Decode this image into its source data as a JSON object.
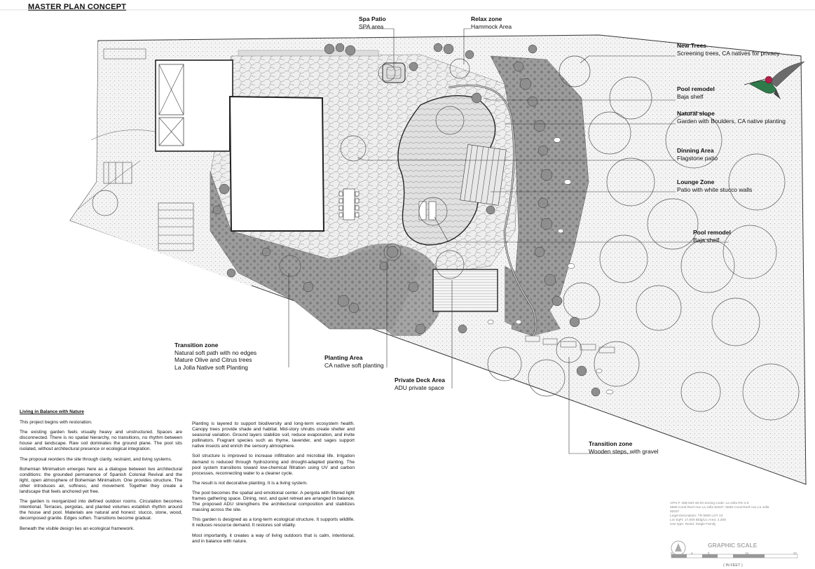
{
  "title": "MASTER PLAN CONCEPT",
  "callouts": {
    "spa": {
      "title": "Spa Patio",
      "sub": "SPA area"
    },
    "relax": {
      "title": "Relax zone",
      "sub": "Hammock Area"
    },
    "new_trees": {
      "title": "New Trees",
      "sub": "Screening trees, CA natives for privacy"
    },
    "pool1": {
      "title": "Pool remodel",
      "sub": "Baja shelf"
    },
    "slope": {
      "title": "Natural slope",
      "sub": "Garden with Boulders, CA native planting"
    },
    "dining": {
      "title": "Dinning Area",
      "sub": "Flagstone patio"
    },
    "lounge": {
      "title": "Lounge Zone",
      "sub": "Patio with white stucco walls"
    },
    "pool2": {
      "title": "Pool remodel",
      "sub": "Baja shelf"
    },
    "transition1": {
      "title": "Transition zone",
      "lines": [
        "Natural soft path with no edges",
        "Mature Olive and Citrus trees",
        "La Jolla Native soft Planting"
      ]
    },
    "planting": {
      "title": "Planting Area",
      "sub": "CA native soft planting"
    },
    "deck": {
      "title": "Private Deck Area",
      "sub": "ADU private space"
    },
    "transition2": {
      "title": "Transition zone",
      "sub": "Wooden steps, with gravel"
    }
  },
  "essay": {
    "heading": "Living in Balance with Nature",
    "col1": [
      "This project begins with restoration.",
      "The existing garden feels visually heavy and unstructured. Spaces are disconnected. There is no spatial hierarchy, no transitions, no rhythm between house and landscape. Raw soil dominates the ground plane. The pool sits isolated, without architectural presence or ecological integration.",
      "The proposal reorders the site through clarity, restraint, and living systems.",
      "Bohemian Minimalism emerges here as a dialogue between two architectural conditions: the grounded permanence of Spanish Colonial Revival and the light, open atmosphere of Bohemian Minimalism. One provides structure. The other introduces air, softness, and movement. Together they create a landscape that feels anchored yet free.",
      "The garden is reorganized into defined outdoor rooms. Circulation becomes intentional. Terraces, pergolas, and planted volumes establish rhythm around the house and pool. Materials are natural and honest: stucco, stone, wood, decomposed granite. Edges soften. Transitions become gradual.",
      "Beneath the visible design lies an ecological framework."
    ],
    "col2": [
      "Planting is layered to support biodiversity and long-term ecosystem health. Canopy trees provide shade and habitat. Mid-story shrubs create shelter and seasonal variation. Ground layers stabilize soil, reduce evaporation, and invite pollinators. Fragrant species such as thyme, lavender, and sages support native insects and enrich the sensory atmosphere.",
      "Soil structure is improved to increase infiltration and microbial life. Irrigation demand is reduced through hydrozoning and drought-adapted planting. The pool system transitions toward low-chemical filtration using UV and carbon processes, reconnecting water to a cleaner cycle.",
      "The result is not decorative planting. It is a living system.",
      "The pool becomes the spatial and emotional center. A pergola with filtered light frames gathering space. Dining, rest, and quiet retreat are arranged in balance. The proposed ADU strengthens the architectural composition and stabilizes massing across the site.",
      "This garden is designed as a long-term ecological structure. It supports wildlife. It reduces resource demand. It restores soil vitality.",
      "Most importantly, it creates a way of living outdoors that is calm, intentional, and in balance with nature."
    ]
  },
  "meta": {
    "lines": [
      "APN #:         358-530-45-00  Zoning Code: La Jolla RS-1-5",
      "5565 Coral Reef Ave La Jolla 92037; 5565 Coral Reef Ave La Jolla",
      "92037",
      "Legal Description: TR 6800 LOT 43",
      "Lot SqFt:      17,600  Bldg/Lic Area:       2,308",
      "Use type: Resid. Single Family"
    ]
  },
  "graphic_scale": {
    "label": "GRAPHIC SCALE",
    "units": "( IN FEET )",
    "ticks": [
      "0",
      "4",
      "8",
      "16",
      "32"
    ]
  },
  "colors": {
    "line": "#1a1a1a",
    "planting": "#a9a9a9",
    "hatch": "#9a9a9a",
    "hummingbird": "#b0204a"
  }
}
